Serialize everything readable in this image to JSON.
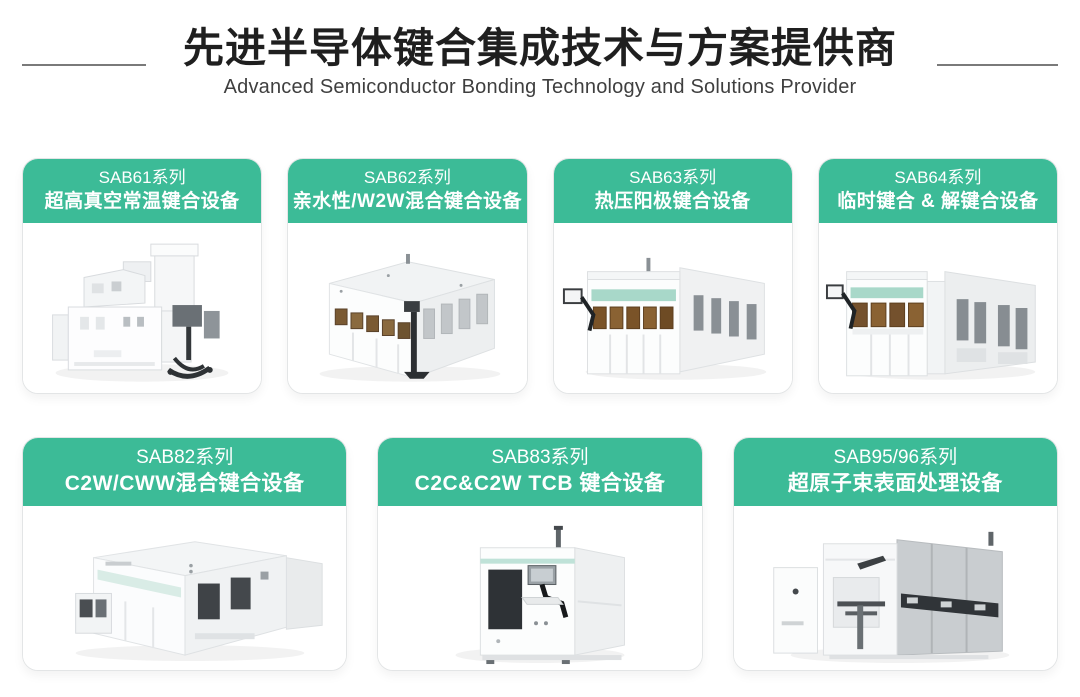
{
  "header": {
    "title": "先进半导体键合集成技术与方案提供商",
    "subtitle": "Advanced Semiconductor Bonding Technology and Solutions Provider"
  },
  "colors": {
    "accent": "#3CBB97",
    "title_text": "#1F1F1F",
    "subtitle_text": "#3F3F3F",
    "header_text": "#FFFFFF"
  },
  "cards": [
    {
      "series": "SAB61系列",
      "name": "超高真空常温键合设备"
    },
    {
      "series": "SAB62系列",
      "name": "亲水性/W2W混合键合设备"
    },
    {
      "series": "SAB63系列",
      "name": "热压阳极键合设备"
    },
    {
      "series": "SAB64系列",
      "name": "临时键合 & 解键合设备"
    },
    {
      "series": "SAB82系列",
      "name": "C2W/CWW混合键合设备"
    },
    {
      "series": "SAB83系列",
      "name": "C2C&C2W TCB 键合设备"
    },
    {
      "series": "SAB95/96系列",
      "name": "超原子束表面处理设备"
    }
  ]
}
